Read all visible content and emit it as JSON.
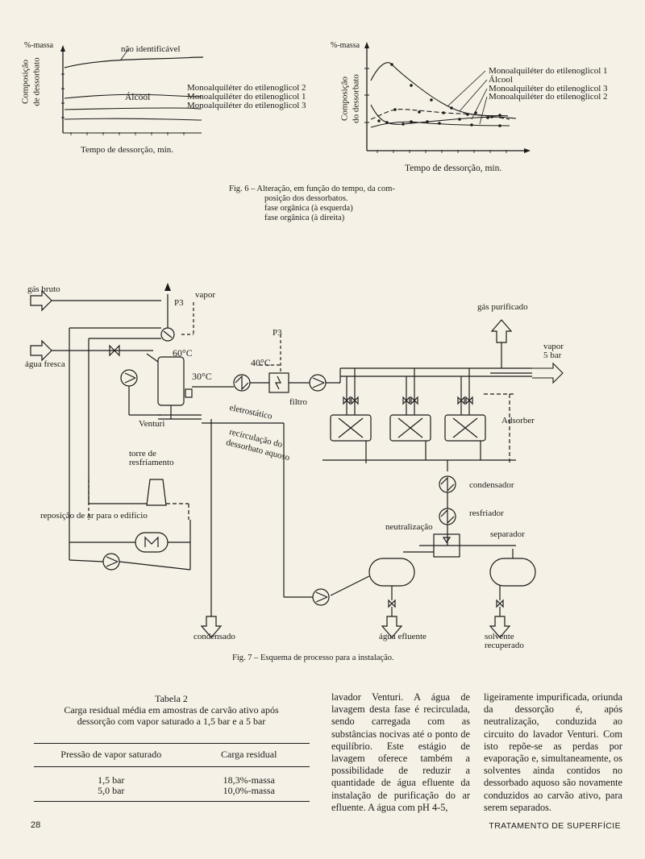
{
  "fig6": {
    "left": {
      "y_unit": "%-massa",
      "y_label_1": "Composição",
      "y_label_2": "de dessorbato",
      "x_label": "Tempo de dessorção, min.",
      "top_label": "não identificável",
      "mid_label": "Álcool",
      "series_labels": [
        "Monoalquiléter do etilenoglicol 2",
        "Monoalquiléter do etilenoglicol 1",
        "Monoalquiléter do etilenoglicol 3"
      ]
    },
    "right": {
      "y_unit": "%-massa",
      "y_label_1": "Composição",
      "y_label_2": "do dessorbato",
      "x_label": "Tempo de dessorção, min.",
      "series_labels": [
        "Monoalquiléter do etilenoglicol 1",
        "Álcool",
        "Monoalquiléter do etilenoglicol 3",
        "Monoalquiléter do etilenoglicol 2"
      ]
    },
    "caption": [
      "Fig. 6 – Alteração, em função do tempo, da com-",
      "posição dos dessorbatos.",
      "fase orgânica (à esquerda)",
      "fase orgânica (à direita)"
    ]
  },
  "fig7": {
    "labels": {
      "gas_bruto": "gás bruto",
      "agua_fresca": "água fresca",
      "vapor": "vapor",
      "p3_a": "P3",
      "p3_b": "P3",
      "t60": "60°C",
      "t40": "40°C",
      "t30": "30°C",
      "gas_purificado": "gás purificado",
      "vapor_5bar_1": "vapor",
      "vapor_5bar_2": "5 bar",
      "filtro": "filtro",
      "eletrostatico": "eletrostático",
      "venturi": "Venturi",
      "recirc_1": "recirculação do",
      "recirc_2": "dessorbato aquoso",
      "adsorber": "Adsorber",
      "torre_1": "torre de",
      "torre_2": "resfriamento",
      "reposicao": "reposição de ar para o edifício",
      "condensador": "condensador",
      "resfriador": "resfriador",
      "separador": "separador",
      "neutralizacao": "neutralização",
      "condensado": "condensado",
      "agua_efluente": "água efluente",
      "solvente_1": "solvente",
      "solvente_2": "recuperado"
    },
    "caption": "Fig. 7 – Esquema de processo para a instalação."
  },
  "table2": {
    "title": "Tabela 2",
    "subtitle_1": "Carga residual média em amostras de carvão ativo após",
    "subtitle_2": "dessorção com vapor saturado a 1,5 bar e a 5 bar",
    "col_headers": [
      "Pressão de vapor saturado",
      "Carga residual"
    ],
    "rows": [
      [
        "1,5 bar",
        "18,3%-massa"
      ],
      [
        "5,0 bar",
        "10,0%-massa"
      ]
    ]
  },
  "body_text": {
    "col1": "lavador Venturi. A água de lavagem desta fase é recirculada, sendo carregada com as substâncias nocivas até o ponto de equilíbrio. Este estágio de lavagem oferece também a possibilidade de reduzir a quantidade de água efluente da instalação de purificação do ar efluente. A água com pH 4-5,",
    "col2": "ligeiramente impurificada, oriunda da dessorção é, após neutralização, conduzida ao circuito do lavador Venturi. Com isto repõe-se as perdas por evaporação e, simultaneamente, os solventes ainda contidos no dessorbado aquoso são novamente conduzidos ao carvão ativo, para serem separados."
  },
  "footer": {
    "page_number": "28",
    "magazine": "TRATAMENTO DE SUPERFÍCIE"
  }
}
